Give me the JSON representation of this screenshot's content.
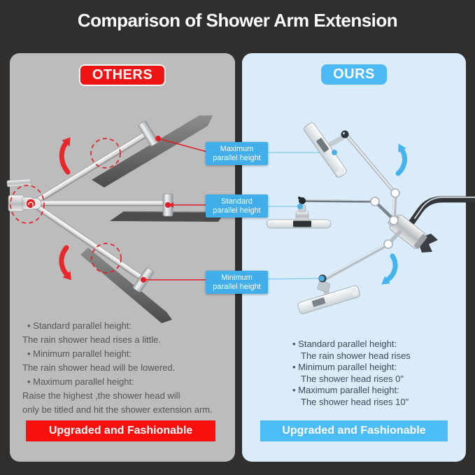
{
  "title": "Comparison of Shower Arm Extension",
  "others": {
    "badge": "OTHERS",
    "notes": [
      "• Standard parallel height:",
      "The rain shower head rises a little.",
      "• Minimum parallel height:",
      "The rain shower head will be lowered.",
      "• Maximum parallel height:",
      "Raise the highest ,the shower head will",
      "only be titled and hit the shower extension arm."
    ],
    "banner": "Upgraded and Fashionable"
  },
  "ours": {
    "badge": "OURS",
    "notes": [
      "• Standard parallel height:",
      "The rain shower head rises",
      "• Minimum parallel height:",
      "The shower head rises 0\"",
      "• Maximum parallel height:",
      "The shower head rises 10\""
    ],
    "banner": "Upgraded and Fashionable"
  },
  "callouts": [
    {
      "title": "Maximum",
      "subtitle": "parallel height"
    },
    {
      "title": "Standard",
      "subtitle": "parallel height"
    },
    {
      "title": "Minimum",
      "subtitle": "parallel height"
    }
  ],
  "icons": {
    "rotate_up_arrow": "red curved arrow pointing up",
    "rotate_down_arrow": "red curved arrow pointing down",
    "swing_up_arrow": "blue curved arrow pointing up",
    "swing_down_arrow": "blue curved arrow pointing down",
    "pivot_rotation_badge": "red circular rotation icon at pivot"
  },
  "colors": {
    "background": "#312e2e",
    "panel_others": "#bcbcbc",
    "panel_ours": "#daecf9",
    "red_accent": "#e8272b",
    "badge_red": "#ee1414",
    "badge_blue": "#4cb9f2",
    "callout_blue": "#41aeea",
    "banner_red": "#fa0f0f",
    "banner_blue": "#4cbdf4"
  }
}
